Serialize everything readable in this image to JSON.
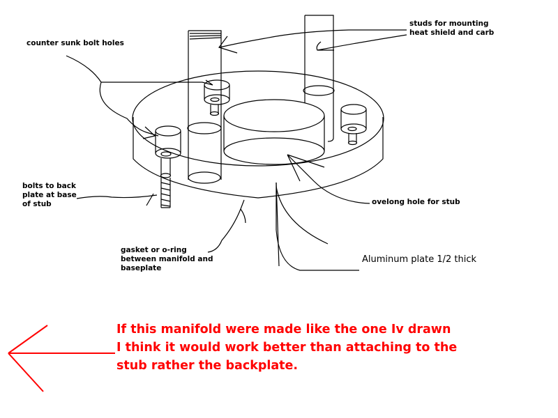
{
  "labels": {
    "countersunk": "counter sunk bolt holes",
    "studs": [
      "studs for mounting",
      "heat shield and carb"
    ],
    "bolts": [
      "bolts to back",
      "plate at base",
      "of stub"
    ],
    "ovelong": "ovelong hole for stub",
    "gasket": [
      "gasket or o-ring",
      "between manifold and",
      "baseplate"
    ],
    "aluminum": "Aluminum plate 1/2 thick"
  },
  "note": {
    "lines": [
      "If this manifold were made like the one Iv drawn",
      "I think it would work better than attaching to the",
      "stub rather the backplate."
    ],
    "color": "#ff0000"
  }
}
